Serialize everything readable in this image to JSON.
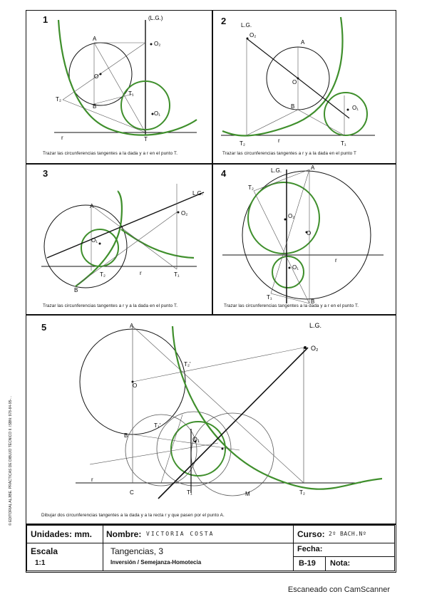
{
  "panels": [
    {
      "number": "1",
      "caption": "Trazar las circunferencias tangentes a la dada y a r en el punto T."
    },
    {
      "number": "2",
      "caption": "Trazar las circunferencias tangentes a r y a la dada en el punto T"
    },
    {
      "number": "3",
      "caption": "Trazar las circunferencias tangentes a r y a la dada en el punto T."
    },
    {
      "number": "4",
      "caption": "Trazar las circunferencias tangentes a la dada y a r en el punto T."
    },
    {
      "number": "5",
      "caption": "Dibujar dos circunferencias tangentes a la dada y a la recta r y que pasen por el punto A."
    }
  ],
  "labels": {
    "p1": {
      "lg": "(L.G.)",
      "o2": "O₂",
      "a": "A",
      "o": "O",
      "t2": "T₂",
      "t1": "T₁",
      "b": "B",
      "o1": "O₁",
      "t": "T",
      "r": "r"
    },
    "p2": {
      "lg": "L.G.",
      "o2": "O₂",
      "a": "A",
      "o": "O",
      "b": "B",
      "o1": "O₁",
      "t2": "T₂",
      "r": "r",
      "t1": "T₁"
    },
    "p3": {
      "lg": "L.G.",
      "a": "A",
      "o2": "O₂",
      "o1": "O₁",
      "b": "B",
      "t2": "T₂",
      "r": "r",
      "t1": "T₁"
    },
    "p4": {
      "lg": "L.G.",
      "a": "A",
      "t2": "T₂",
      "o2": "O₂",
      "o": "O",
      "r": "r",
      "o1": "O₁",
      "t1": "T₁",
      "b": "B"
    },
    "p5": {
      "a": "A",
      "lg": "L.G.",
      "o2": "O₂",
      "t2p": "T₂'",
      "o": "O",
      "b": "B",
      "t1p": "T₁'",
      "o1": "O₁",
      "r": "r",
      "c": "C",
      "t1": "T₁",
      "m": "M",
      "t2": "T₂"
    }
  },
  "title_block": {
    "units_label": "Unidades: mm.",
    "name_label": "Nombre:",
    "name_value": "VICTORIA COSTA",
    "course_label": "Curso:",
    "course_value": "2º BACH.Nº",
    "scale_label": "Escala",
    "scale_value": "1:1",
    "sheet_title": "Tangencias, 3",
    "sheet_subtitle": "Inversión / Semejanza-Homotecia",
    "date_label": "Fecha:",
    "sheet_code": "B-19",
    "grade_label": "Nota:"
  },
  "side_text": "© EDITORIAL ALJIBE. PRÁCTICAS DE DIBUJO TÉCNICO II. ISBN: 978-84-95-...",
  "watermark": "Escaneado con CamScanner",
  "colors": {
    "ink": "#111111",
    "green": "#3f8f2c",
    "pencil": "#555555"
  }
}
